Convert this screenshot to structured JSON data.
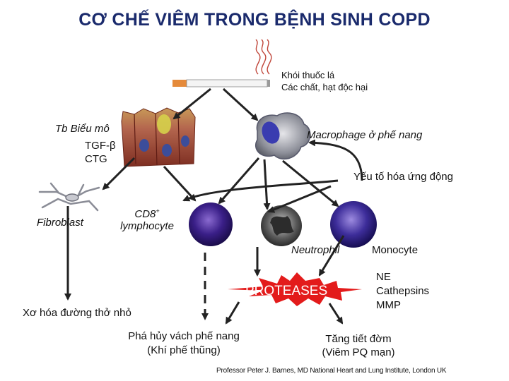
{
  "title": "CƠ CHẾ VIÊM TRONG BỆNH SINH COPD",
  "smoke": {
    "line1": "Khói thuốc lá",
    "line2": "Các chất, hạt độc hại"
  },
  "epithelial": {
    "label": "Tb Biểu mô",
    "factor1": "TGF-β",
    "factor2": "CTG"
  },
  "macrophage": {
    "label": "Macrophage ở phế nang"
  },
  "chemotactic": {
    "label": "Yếu tố hóa ứng động"
  },
  "fibroblast": {
    "label": "Fibroblast"
  },
  "cd8": {
    "label_main": "CD8",
    "label_sup": "+",
    "label_line2": "lymphocyte"
  },
  "neutrophil": {
    "label": "Neutrophil"
  },
  "monocyte": {
    "label": "Monocyte"
  },
  "proteases": {
    "label": "PROTEASES",
    "items": [
      "NE",
      "Cathepsins",
      "MMP"
    ]
  },
  "outcomes": {
    "fibrosis": "Xơ hóa đường thở nhỏ",
    "emphysema_line1": "Phá hủy vách phế nang",
    "emphysema_line2": "(Khí phế thũng)",
    "mucus_line1": "Tăng tiết đờm",
    "mucus_line2": "(Viêm PQ mạn)"
  },
  "credit": "Professor Peter J. Barnes, MD National Heart and Lung Institute, London UK",
  "colors": {
    "title": "#1a2a6c",
    "arrow": "#222222",
    "star": "#e31b1b",
    "proteases_text": "#ffffff"
  },
  "icons": [
    "cigarette-icon",
    "smoke-icon",
    "epithelial-tissue-icon",
    "macrophage-cell-icon",
    "fibroblast-cell-icon",
    "cd8-lymphocyte-cell-icon",
    "neutrophil-cell-icon",
    "monocyte-cell-icon",
    "proteases-star-icon"
  ]
}
